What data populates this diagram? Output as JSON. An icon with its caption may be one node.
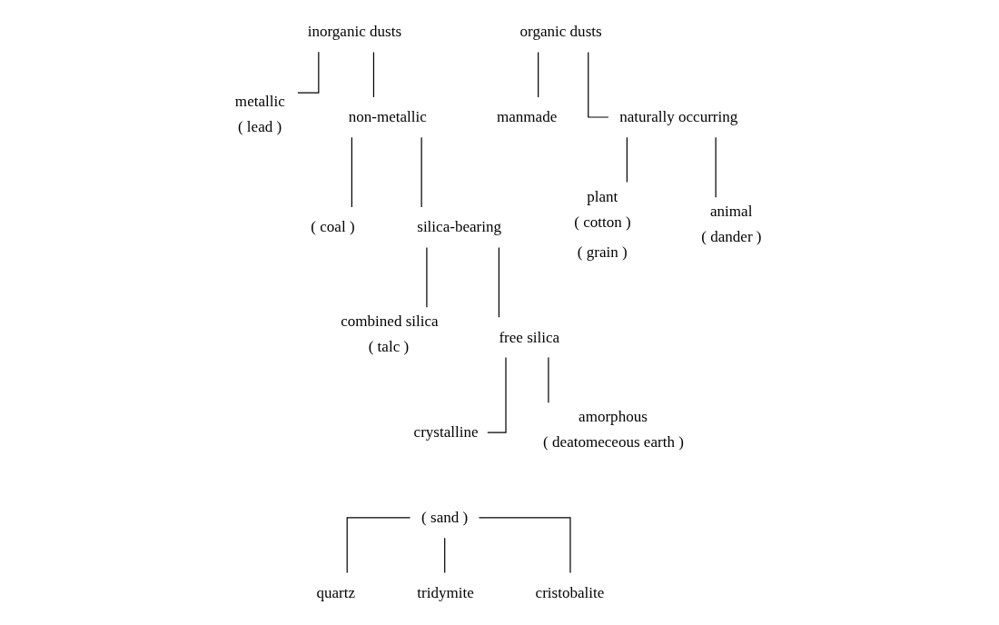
{
  "diagram": {
    "nodes": [
      {
        "text": [
          "inorganic dusts"
        ]
      },
      {
        "text": [
          "metallic"
        ],
        "beside": [
          "( lead )"
        ]
      },
      {
        "text": [
          "non-metallic"
        ]
      },
      {
        "text": [
          "( coal )"
        ]
      },
      {
        "text": [
          "silica-bearing"
        ]
      },
      {
        "text": [
          "combined silica"
        ],
        "beside": [
          "( talc )"
        ]
      },
      {
        "text": [
          "free silica"
        ]
      },
      {
        "text": [
          "crystalline"
        ]
      },
      {
        "text": [
          "( sand )"
        ]
      },
      {
        "text": [
          "quartz"
        ]
      },
      {
        "text": [
          "tridymite"
        ]
      },
      {
        "text": [
          "cristobalite"
        ]
      },
      {
        "text": [
          "amorphous"
        ],
        "beside": [
          "( deatomeceous earth )"
        ]
      },
      {
        "text": [
          "organic dusts"
        ]
      },
      {
        "text": [
          "manmade"
        ]
      },
      {
        "text": [
          "naturally occurring"
        ]
      },
      {
        "text": [
          "plant"
        ],
        "beside": [
          "( cotton )",
          "( grain )"
        ]
      },
      {
        "text": [
          "animal"
        ],
        "beside": [
          "( dander )"
        ]
      }
    ],
    "edges": [
      {
        "from": 0,
        "to": 1,
        "arrow": "none"
      },
      {
        "from": 0,
        "to": 2,
        "arrow": "none"
      },
      {
        "from": 2,
        "to": 3,
        "arrow": "none"
      },
      {
        "from": 2,
        "to": 4,
        "arrow": "none"
      },
      {
        "from": 4,
        "to": 5,
        "arrow": "none"
      },
      {
        "from": 4,
        "to": 6,
        "arrow": "none"
      },
      {
        "from": 6,
        "to": 7,
        "arrow": "none"
      },
      {
        "from": 6,
        "to": 12,
        "arrow": "none"
      },
      {
        "from": 8,
        "to": 9,
        "arrow": "none"
      },
      {
        "from": 8,
        "to": 10,
        "arrow": "none"
      },
      {
        "from": 8,
        "to": 11,
        "arrow": "none"
      },
      {
        "from": 13,
        "to": 14,
        "arrow": "none"
      },
      {
        "from": 13,
        "to": 15,
        "arrow": "none"
      },
      {
        "from": 15,
        "to": 16,
        "arrow": "none"
      },
      {
        "from": 15,
        "to": 17,
        "arrow": "none"
      }
    ]
  }
}
